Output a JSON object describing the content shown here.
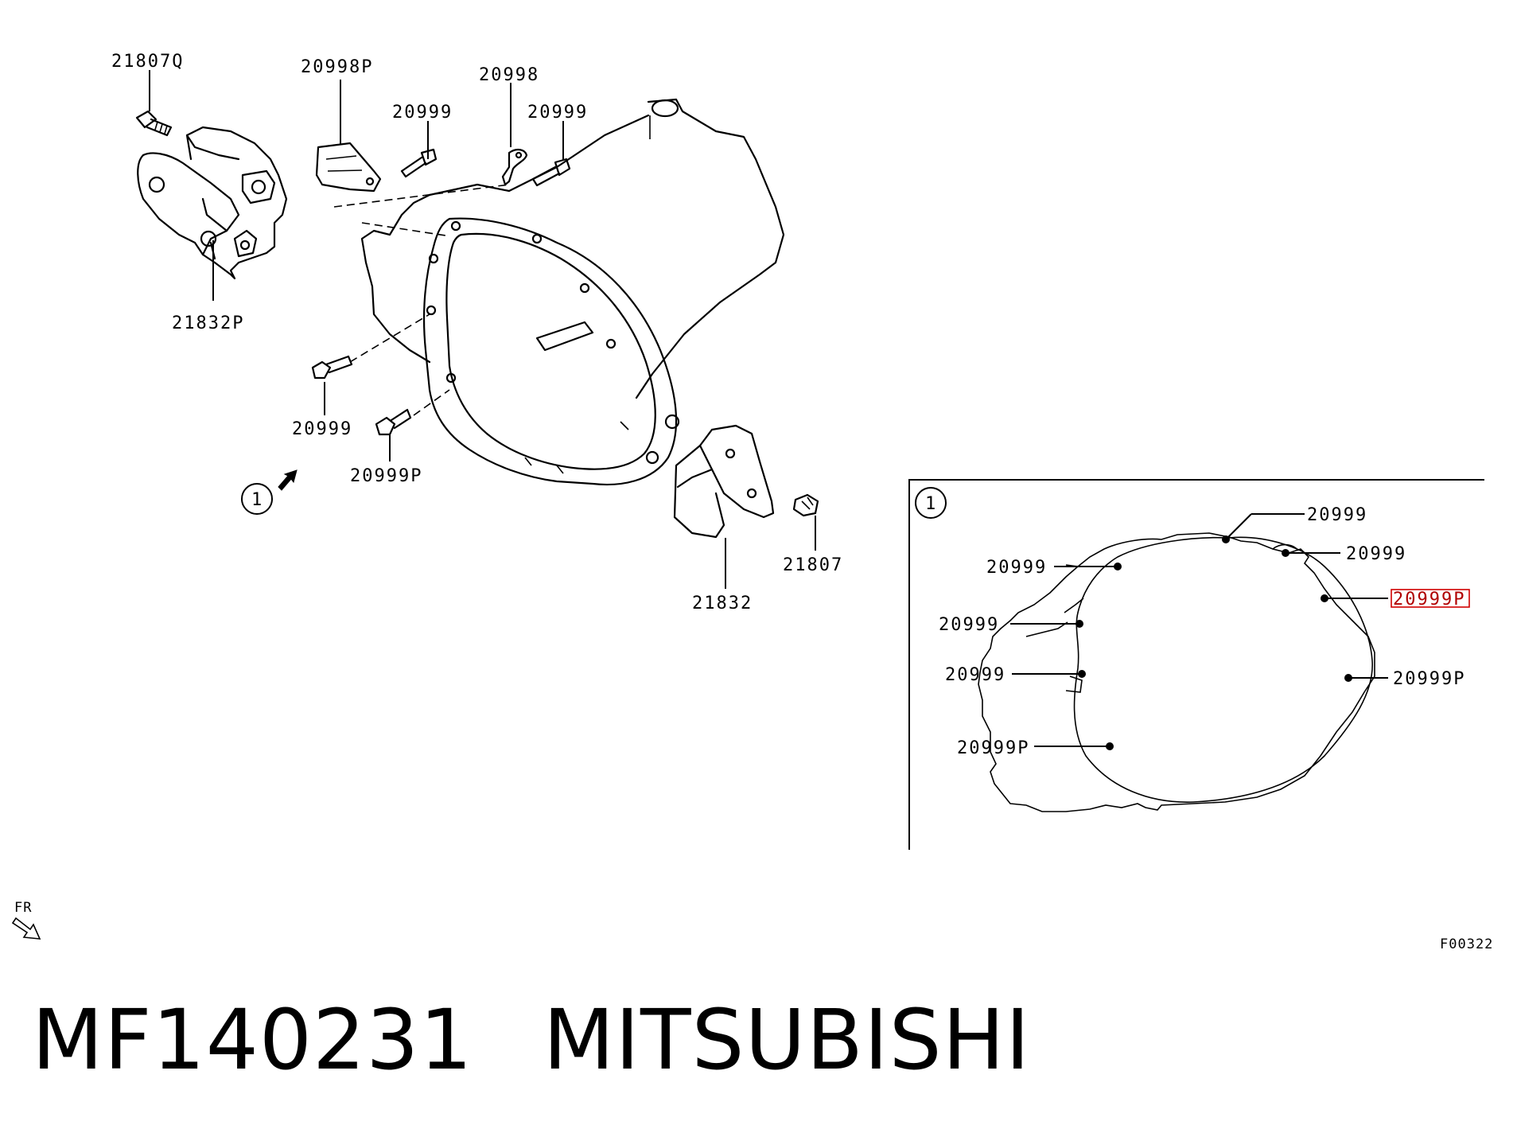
{
  "diagram": {
    "labels": {
      "bracket_upper_bolt": "21807Q",
      "bracket_upper": "21832P",
      "shield_plate": "20998P",
      "bolt_a": "20999",
      "clip": "20998",
      "bolt_b": "20999",
      "bolt_c": "20999",
      "bolt_d": "20999P",
      "bracket_lower": "21832",
      "bracket_lower_bolt": "21807"
    },
    "view_callout": "1",
    "detail": {
      "callout": "1",
      "labels": {
        "top": "20999",
        "top_right": "20999",
        "upper_left": "20999",
        "right_highlighted": "20999P",
        "mid_left": "20999",
        "left": "20999",
        "right_lower": "20999P",
        "lower_left": "20999P"
      }
    },
    "direction_label": "FR",
    "figure_code": "F00322"
  },
  "footer": {
    "part_number": "MF140231",
    "brand": "MITSUBISHI"
  },
  "colors": {
    "line": "#000000",
    "highlight": "#d00000",
    "background": "#ffffff"
  }
}
